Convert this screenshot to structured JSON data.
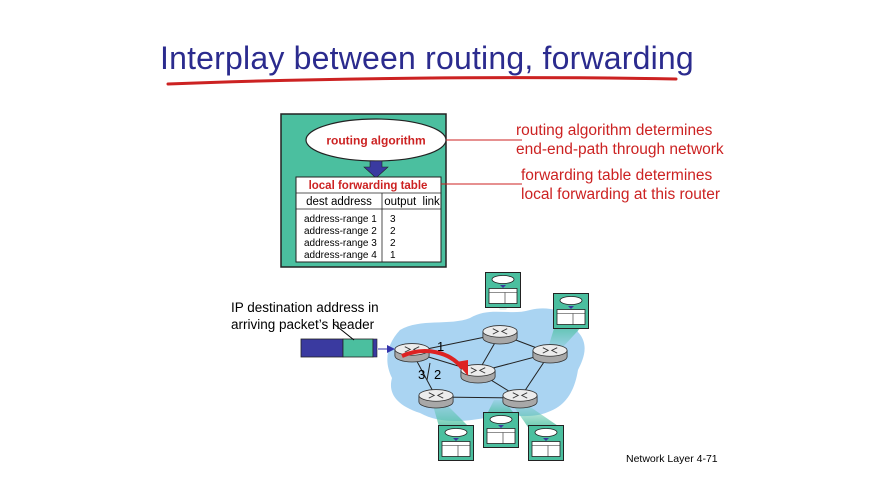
{
  "title": "Interplay between routing, forwarding",
  "router_box": {
    "routing_algorithm": "routing algorithm",
    "table_title": "local forwarding table",
    "col_dest": "dest address",
    "col_link": "output  link",
    "rows": [
      {
        "dest": "address-range 1",
        "link": "3"
      },
      {
        "dest": "address-range 2",
        "link": "2"
      },
      {
        "dest": "address-range 3",
        "link": "2"
      },
      {
        "dest": "address-range 4",
        "link": "1"
      }
    ]
  },
  "annotations": {
    "routing_line1": "routing algorithm determines",
    "routing_line2": "end-end-path through network",
    "forwarding_line1": "forwarding table determines",
    "forwarding_line2": "local forwarding at this router"
  },
  "ip_label_line1": "IP destination address in",
  "ip_label_line2": "arriving packet’s header",
  "port_labels": {
    "p1": "1",
    "p2": "2",
    "p3": "3"
  },
  "footer": "Network Layer  4-71",
  "colors": {
    "title": "#2b2b8e",
    "teal": "#4bbf9f",
    "annotation": "#cc2222",
    "cloud": "#aad4f2",
    "arrow": "#dd2222"
  }
}
